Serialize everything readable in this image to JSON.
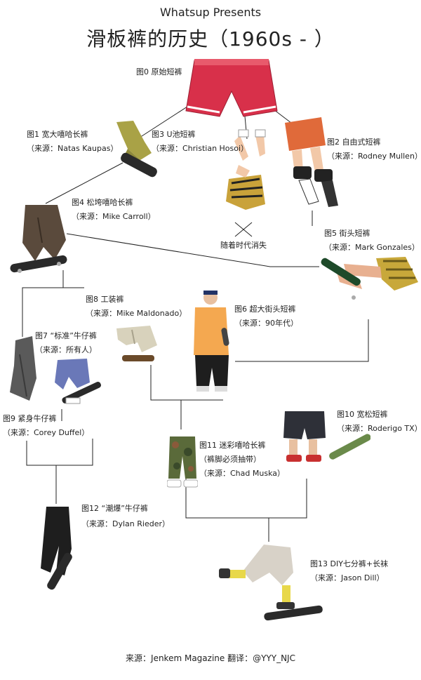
{
  "header": {
    "presenter": "Whatsup Presents",
    "title": "滑板裤的历史（1960s - ）"
  },
  "figures": [
    {
      "id": "fig0",
      "label": "图0 原始短裤"
    },
    {
      "id": "fig1",
      "label": "图1 宽大嘻哈长裤",
      "source": "（来源：Natas Kaupas）"
    },
    {
      "id": "fig2",
      "label": "图2 自由式短裤",
      "source": "（来源：Rodney Mullen）"
    },
    {
      "id": "fig3",
      "label": "图3 U池短裤",
      "source": "（来源：Christian Hosoi）"
    },
    {
      "id": "fig4",
      "label": "图4 松垮嘻哈长裤",
      "source": "（来源：Mike Carroll）"
    },
    {
      "id": "fig5",
      "label": "图5 街头短裤",
      "source": "（来源：Mark Gonzales）"
    },
    {
      "id": "fig6",
      "label": "图6 超大街头短裤",
      "source": "（来源：90年代）"
    },
    {
      "id": "fig7",
      "label": "图7 “标准”牛仔裤",
      "source": "（来源：所有人）"
    },
    {
      "id": "fig8",
      "label": "图8 工装裤",
      "source": "（来源：Mike Maldonado）"
    },
    {
      "id": "fig9",
      "label": "图9 紧身牛仔裤",
      "source": "（来源：Corey Duffel）"
    },
    {
      "id": "fig10",
      "label": "图10 宽松短裤",
      "source": "（来源：Roderigo TX）"
    },
    {
      "id": "fig11",
      "label": "图11 迷彩嘻哈长裤",
      "note": "（裤脚必须抽带）",
      "source": "（来源：Chad Muska）"
    },
    {
      "id": "fig12",
      "label": "图12 “潮爆”牛仔裤",
      "source": "（来源：Dylan Rieder）"
    },
    {
      "id": "fig13",
      "label": "图13 DIY七分裤+长袜",
      "source": "（来源：Jason Dill）"
    }
  ],
  "extinct_note": "随着时代消失",
  "footer": "来源：Jenkem Magazine 翻译：@YYY_NJC",
  "colors": {
    "line": "#222222",
    "red_shorts": "#d8304a",
    "khaki": "#a9a246",
    "orange": "#e06a3a",
    "denim": "#6a78b8",
    "camo": "#5a6a3a",
    "black": "#1e1e1e",
    "deck": "#2a2a2a"
  }
}
